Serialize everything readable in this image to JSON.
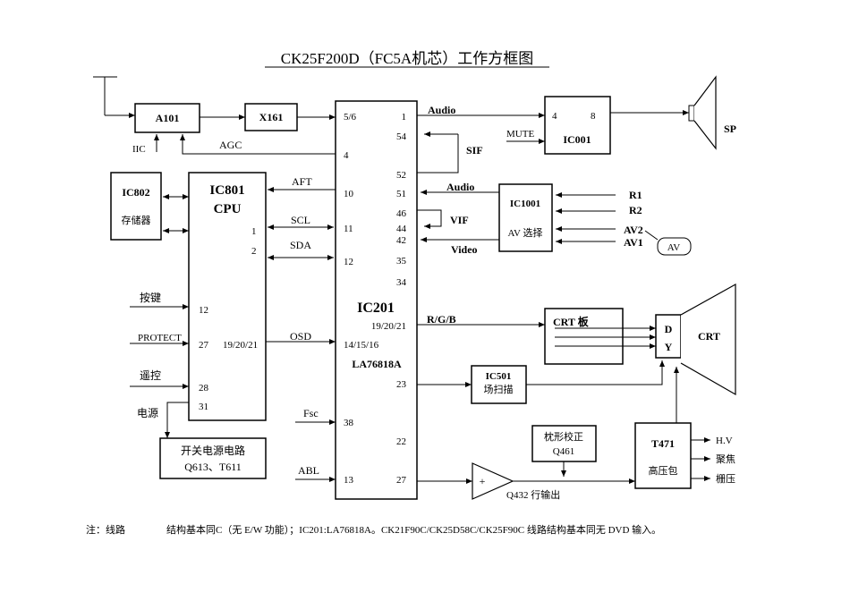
{
  "title": "CK25F200D（FC5A机芯）工作方框图",
  "blocks": {
    "a101": "A101",
    "x161": "X161",
    "ic201": {
      "name": "IC201",
      "part": "LA76818A"
    },
    "ic801": {
      "name": "IC801",
      "sub": "CPU"
    },
    "ic802": {
      "name": "IC802",
      "sub": "存储器"
    },
    "ic001": "IC001",
    "ic1001": {
      "name": "IC1001",
      "sub": "AV 选择"
    },
    "crt_board": "CRT 板",
    "dy": {
      "d": "D",
      "y": "Y"
    },
    "crt": "CRT",
    "ic501": {
      "name": "IC501",
      "sub": "场扫描"
    },
    "t471": {
      "name": "T471",
      "sub": "高压包"
    },
    "power": {
      "line1": "开关电源电路",
      "line2": "Q613、T611"
    },
    "pincushion": {
      "line1": "枕形校正",
      "line2": "Q461"
    },
    "q432": "Q432 行输出",
    "sp": "SP",
    "av_bubble": "AV"
  },
  "signals": {
    "iic": "IIC",
    "agc": "AGC",
    "aft": "AFT",
    "scl": "SCL",
    "sda": "SDA",
    "osd": "OSD",
    "fsc": "Fsc",
    "abl": "ABL",
    "audio_out": "Audio",
    "audio_in": "Audio",
    "video": "Video",
    "sif": "SIF",
    "vif": "VIF",
    "rgb": "R/G/B",
    "mute": "MUTE",
    "keys": "按键",
    "protect": "PROTECT",
    "remote": "遥控",
    "power_in": "电源",
    "r1": "R1",
    "r2": "R2",
    "av2": "AV2",
    "av1": "AV1",
    "hv": "H.V",
    "focus": "聚焦",
    "screen": "栅压",
    "plus": "+"
  },
  "pins": {
    "ic201_left": {
      "p56": "5/6",
      "p4": "4",
      "p10": "10",
      "p11": "11",
      "p12": "12",
      "p141516": "14/15/16",
      "p38": "38",
      "p13": "13"
    },
    "ic201_right": {
      "p1": "1",
      "p54": "54",
      "p52": "52",
      "p51": "51",
      "p46": "46",
      "p44": "44",
      "p42": "42",
      "p35": "35",
      "p34": "34",
      "p192021": "19/20/21",
      "p23": "23",
      "p22": "22",
      "p27": "27"
    },
    "ic801": {
      "p1": "1",
      "p2": "2",
      "p12": "12",
      "p27": "27",
      "p192021": "19/20/21",
      "p28": "28",
      "p31": "31"
    },
    "ic001": {
      "p4": "4",
      "p8": "8"
    }
  },
  "note": {
    "label": "注：线路",
    "text": "结构基本同C（无 E/W 功能）；IC201:LA76818A。CK21F90C/CK25D58C/CK25F90C 线路结构基本同无 DVD 输入。"
  }
}
